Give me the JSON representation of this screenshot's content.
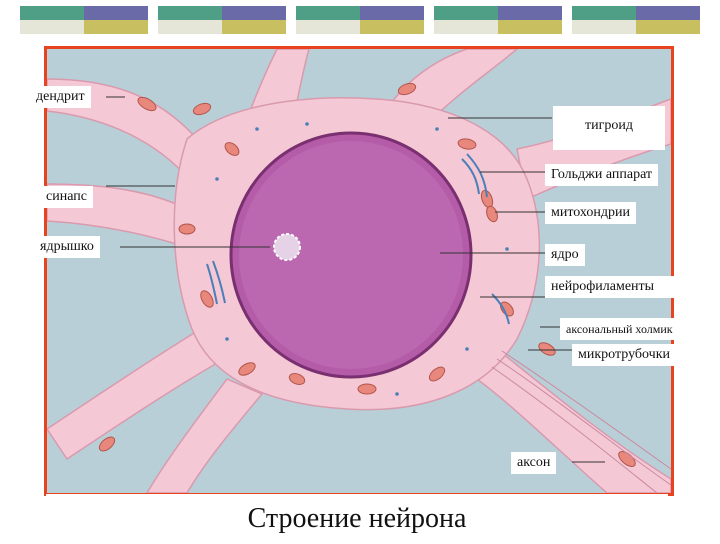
{
  "title": "Строение нейрона",
  "labels": {
    "dendrite": "дендрит",
    "synapse": "синапс",
    "nucleolus": "ядрышко",
    "tigroid": "тигроид",
    "golgi": "Гольджи аппарат",
    "mitochondria": "митохондрии",
    "nucleus": "ядро",
    "neurofilaments": "нейрофиламенты",
    "axon_hillock": "аксональный холмик",
    "microtubules": "микротрубочки",
    "axon": "аксон"
  },
  "colors": {
    "frame": "#e8431e",
    "background": "#b9cfd7",
    "cytoplasm": "#f4c8d4",
    "nucleus": "#b45ca8",
    "mitochondria": "#e8877c",
    "golgi": "#4b7fb8",
    "deco_green": "#4f9e86",
    "deco_olive": "#c8c060",
    "deco_purple": "#6a6aa8"
  },
  "icons": [
    "neuron-illustration"
  ]
}
